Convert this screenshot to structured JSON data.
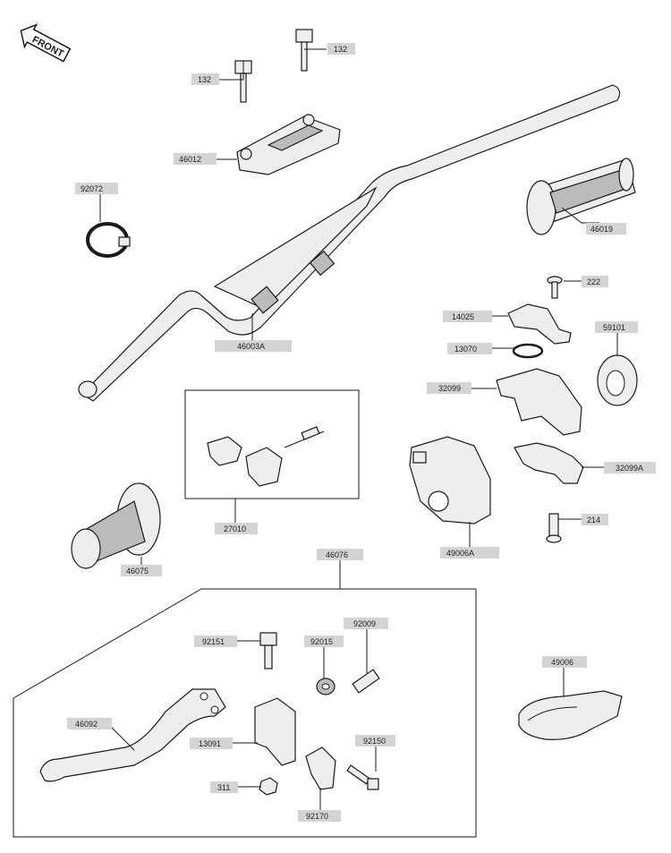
{
  "front_badge": {
    "text": "FRONT"
  },
  "callouts": [
    {
      "id": "132a",
      "text": "132"
    },
    {
      "id": "132b",
      "text": "132"
    },
    {
      "id": "46012",
      "text": "46012"
    },
    {
      "id": "92072",
      "text": "92072"
    },
    {
      "id": "46019",
      "text": "46019"
    },
    {
      "id": "222",
      "text": "222"
    },
    {
      "id": "14025",
      "text": "14025"
    },
    {
      "id": "13070",
      "text": "13070"
    },
    {
      "id": "59101",
      "text": "59101"
    },
    {
      "id": "46003A",
      "text": "46003A"
    },
    {
      "id": "32099",
      "text": "32099"
    },
    {
      "id": "27010",
      "text": "27010"
    },
    {
      "id": "32099A",
      "text": "32099A"
    },
    {
      "id": "214",
      "text": "214"
    },
    {
      "id": "46075",
      "text": "46075"
    },
    {
      "id": "49006A",
      "text": "49006A"
    },
    {
      "id": "46076",
      "text": "46076"
    },
    {
      "id": "92151",
      "text": "92151"
    },
    {
      "id": "92015",
      "text": "92015"
    },
    {
      "id": "92009",
      "text": "92009"
    },
    {
      "id": "49006",
      "text": "49006"
    },
    {
      "id": "46092",
      "text": "46092"
    },
    {
      "id": "13091",
      "text": "13091"
    },
    {
      "id": "92150",
      "text": "92150"
    },
    {
      "id": "311",
      "text": "311"
    },
    {
      "id": "92170",
      "text": "92170"
    }
  ]
}
